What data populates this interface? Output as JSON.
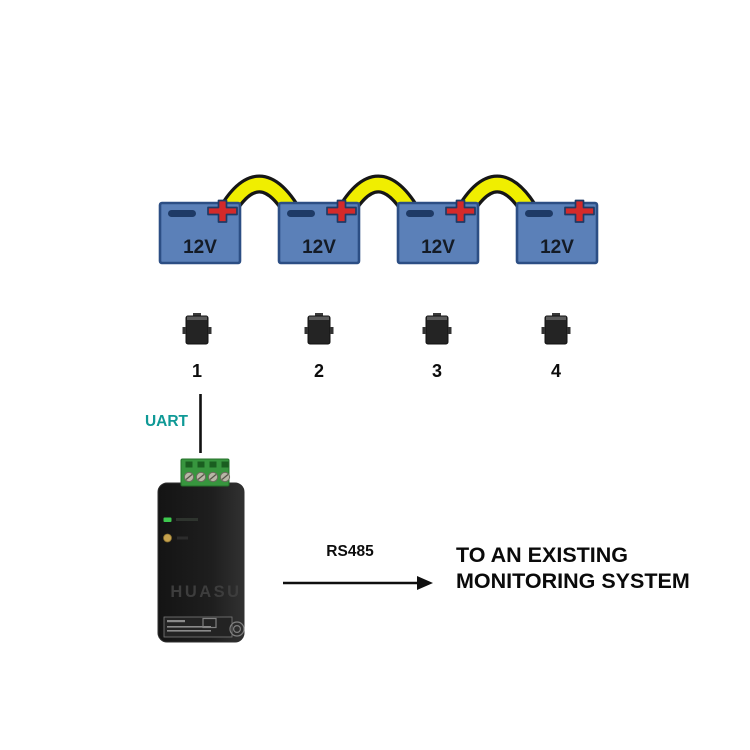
{
  "diagram": {
    "batteries": [
      {
        "label": "12V"
      },
      {
        "label": "12V"
      },
      {
        "label": "12V"
      },
      {
        "label": "12V"
      }
    ],
    "sensors": [
      {
        "number": "1"
      },
      {
        "number": "2"
      },
      {
        "number": "3"
      },
      {
        "number": "4"
      }
    ],
    "uart_label": "UART",
    "rs485_label": "RS485",
    "destination": {
      "line1": "TO AN EXISTING",
      "line2": "MONITORING SYSTEM"
    },
    "device": {
      "brand": "HUASU"
    },
    "colors": {
      "battery_fill": "#5b80b8",
      "battery_border": "#2c4e84",
      "terminal_minus_navy": "#1e3a66",
      "terminal_plus_red": "#d42a2a",
      "jumper_cable_yellow": "#f0ee00",
      "uart_label_teal": "#0f9996",
      "terminal_block_green": "#37953e",
      "device_body_black": "#1d1d1d"
    }
  }
}
